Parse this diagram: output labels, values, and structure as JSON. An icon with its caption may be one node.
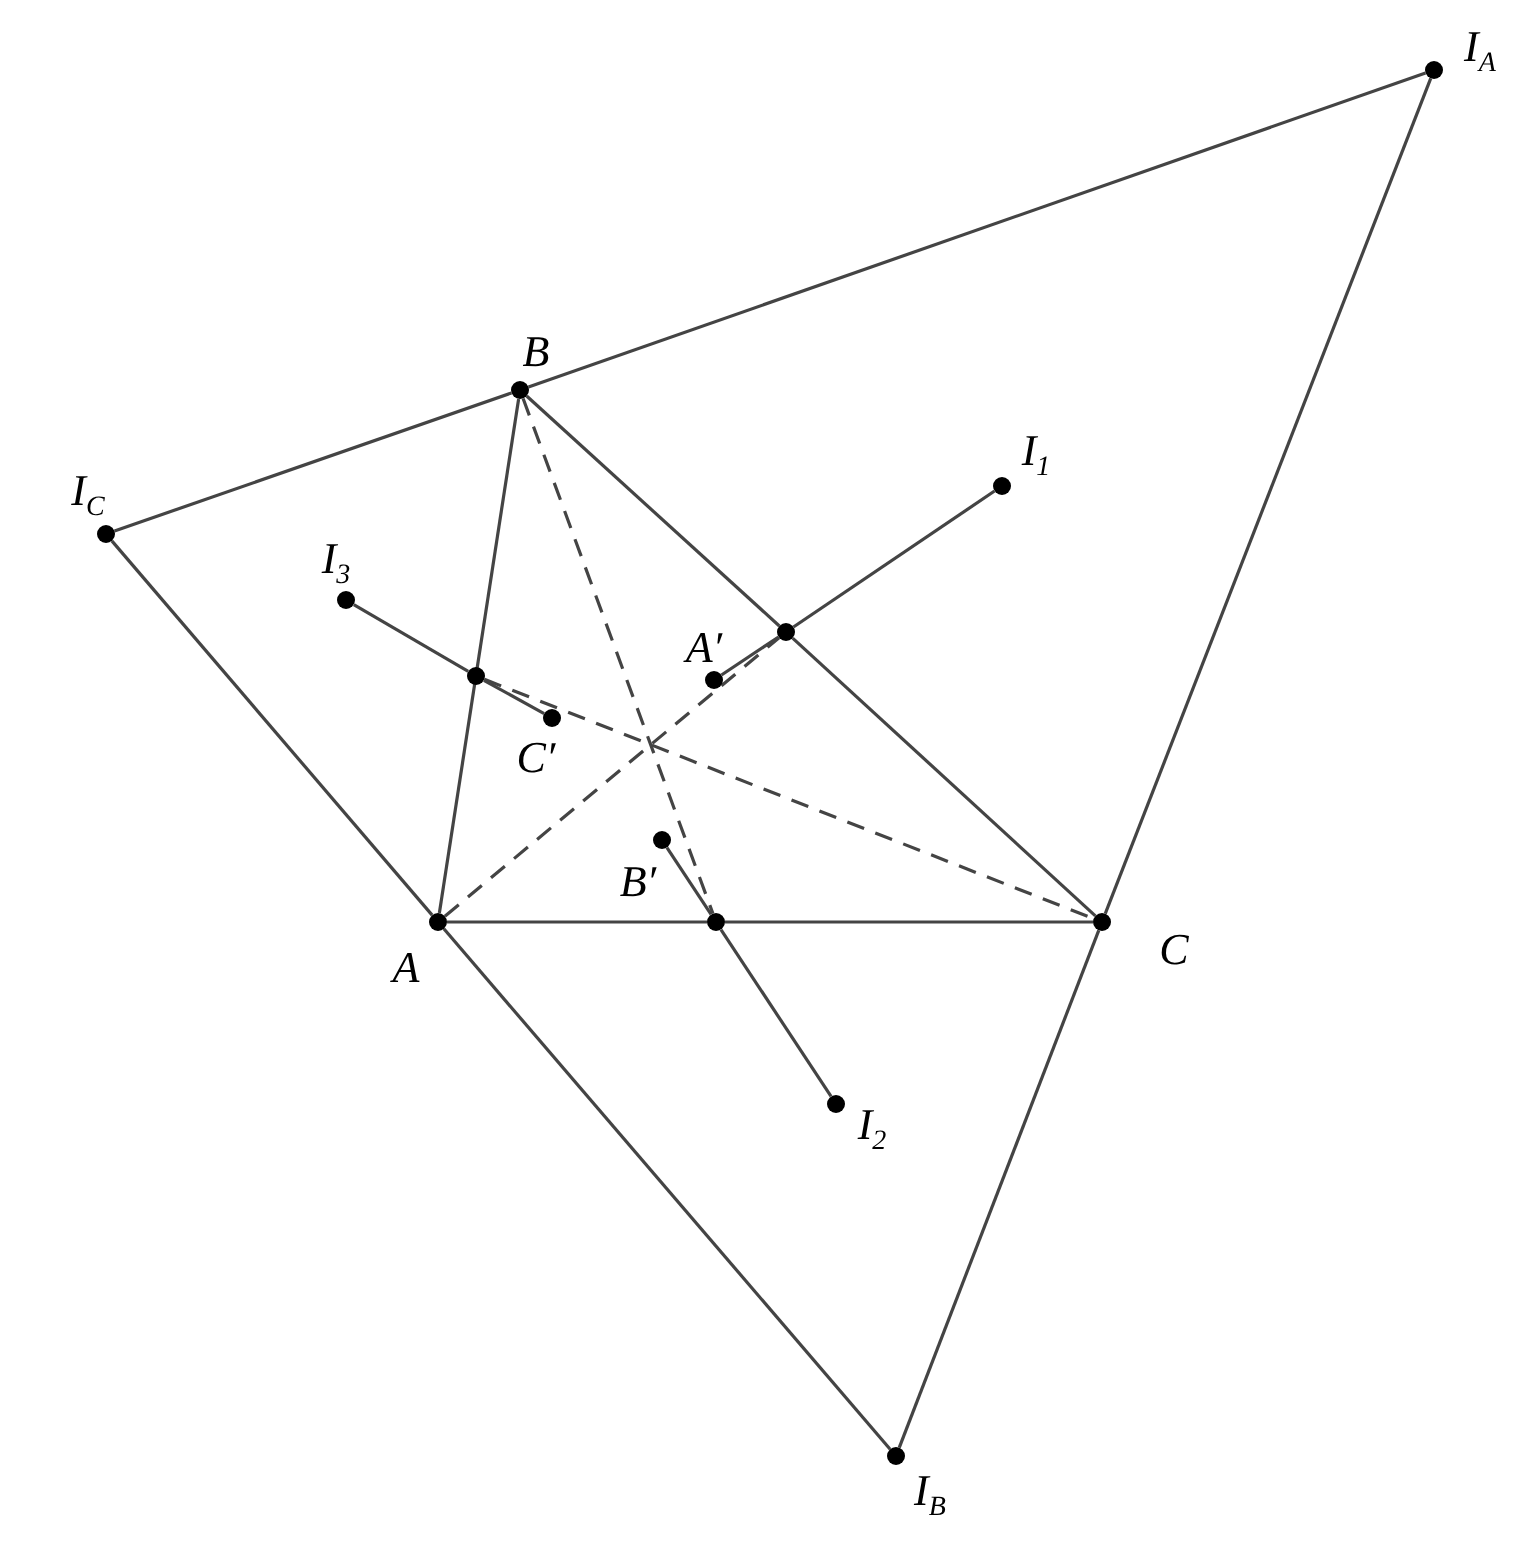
{
  "diagram": {
    "nodes": [
      {
        "text": [
          "I$_{A}$"
        ]
      },
      {
        "text": [
          "B"
        ]
      },
      {
        "text": [
          "I$_{C}$"
        ]
      },
      {
        "text": [
          "I$_{1}$"
        ]
      },
      {
        "text": [
          "I$_{3}$"
        ]
      },
      {
        "text": [],
        "shape": "circle"
      },
      {
        "text": [
          "A′"
        ]
      },
      {
        "text": [],
        "shape": "circle"
      },
      {
        "text": [
          "C′"
        ]
      },
      {
        "text": [
          "B′"
        ]
      },
      {
        "text": [
          "A"
        ]
      },
      {
        "text": [],
        "shape": "circle"
      },
      {
        "text": [
          "C"
        ]
      },
      {
        "text": [
          "I$_{2}$"
        ]
      },
      {
        "text": [
          "I$_{B}$"
        ]
      }
    ],
    "edges": [
      {
        "from": 2,
        "to": 1,
        "arrow": "none"
      },
      {
        "from": 1,
        "to": 0,
        "arrow": "none"
      },
      {
        "from": 0,
        "to": 12,
        "arrow": "none"
      },
      {
        "from": 12,
        "to": 14,
        "arrow": "none"
      },
      {
        "from": 2,
        "to": 10,
        "arrow": "none"
      },
      {
        "from": 10,
        "to": 14,
        "arrow": "none"
      },
      {
        "from": 10,
        "to": 1,
        "arrow": "none"
      },
      {
        "from": 1,
        "to": 5,
        "arrow": "none"
      },
      {
        "from": 5,
        "to": 12,
        "arrow": "none"
      },
      {
        "from": 10,
        "to": 11,
        "arrow": "none"
      },
      {
        "from": 11,
        "to": 12,
        "arrow": "none"
      },
      {
        "from": 3,
        "to": 5,
        "arrow": "none"
      },
      {
        "from": 5,
        "to": 6,
        "arrow": "none"
      },
      {
        "from": 10,
        "to": 5,
        "arrow": "none",
        "style": "dashed"
      },
      {
        "from": 4,
        "to": 7,
        "arrow": "none"
      },
      {
        "from": 7,
        "to": 8,
        "arrow": "none"
      },
      {
        "from": 7,
        "to": 12,
        "arrow": "none",
        "style": "dashed"
      },
      {
        "from": 13,
        "to": 11,
        "arrow": "none"
      },
      {
        "from": 11,
        "to": 9,
        "arrow": "none"
      },
      {
        "from": 1,
        "to": 11,
        "arrow": "none",
        "style": "dashed"
      }
    ]
  }
}
